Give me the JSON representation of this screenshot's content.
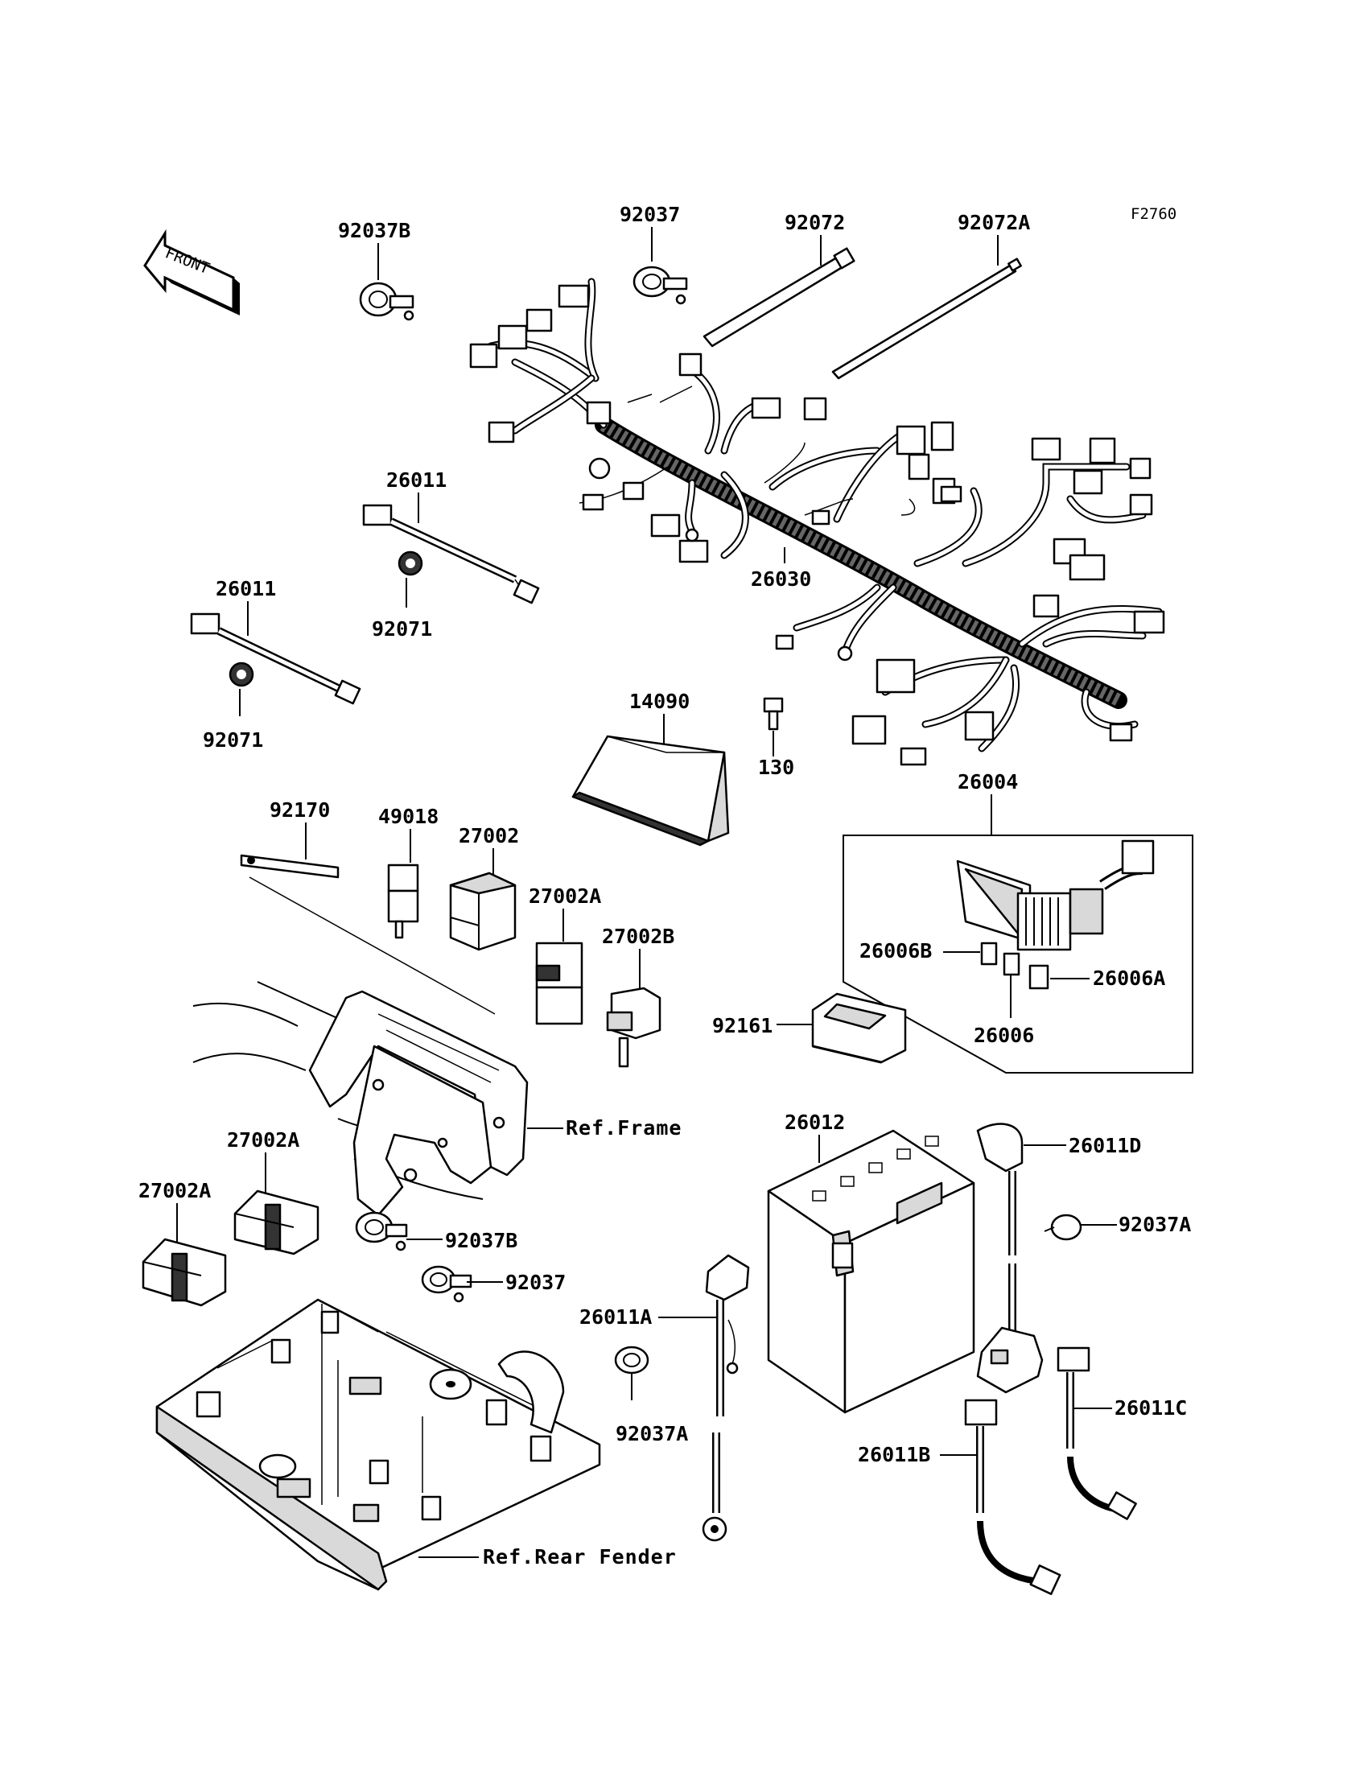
{
  "figure_code": "F2760",
  "front_arrow_label": "FRONT",
  "parts": {
    "p92037B_top": "92037B",
    "p92037_top": "92037",
    "p92072": "92072",
    "p92072A": "92072A",
    "p26011_a": "26011",
    "p26011_b": "26011",
    "p92071_a": "92071",
    "p92071_b": "92071",
    "p26030": "26030",
    "p14090": "14090",
    "p130": "130",
    "p26004": "26004",
    "p92170": "92170",
    "p49018": "49018",
    "p27002": "27002",
    "p27002A_mid": "27002A",
    "p27002B": "27002B",
    "p26006B": "26006B",
    "p26006A": "26006A",
    "p26006": "26006",
    "p92161": "92161",
    "p26012": "26012",
    "p26011D": "26011D",
    "p92037A_right": "92037A",
    "p27002A_low1": "27002A",
    "p27002A_low2": "27002A",
    "p92037B_low": "92037B",
    "p92037_low": "92037",
    "p26011A": "26011A",
    "p92037A_low": "92037A",
    "p26011C": "26011C",
    "p26011B": "26011B"
  },
  "references": {
    "frame": "Ref.Frame",
    "rear_fender": "Ref.Rear Fender"
  }
}
